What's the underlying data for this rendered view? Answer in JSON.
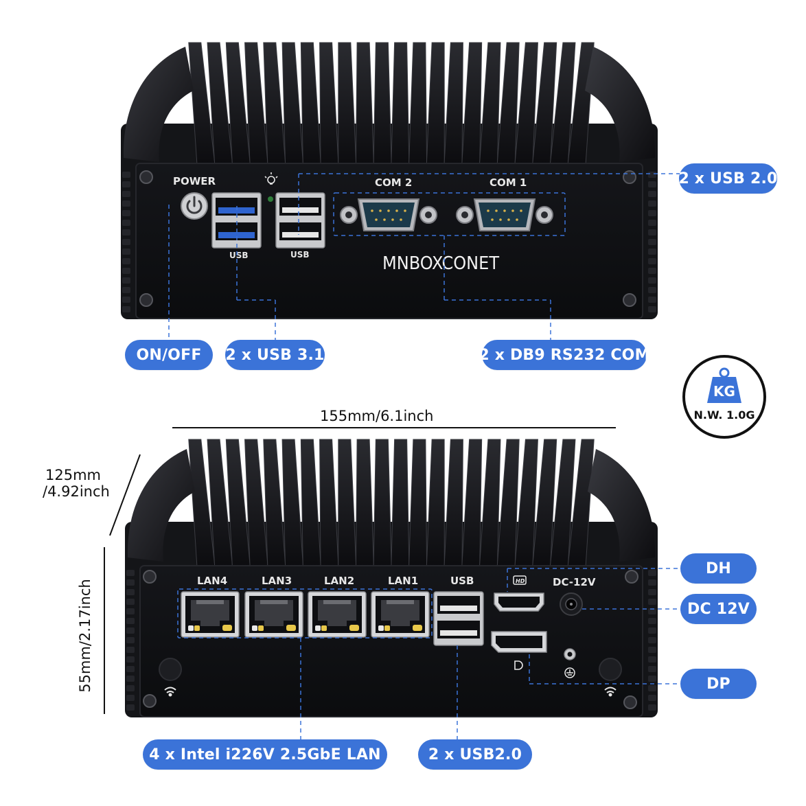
{
  "colors": {
    "accent": "#3b73d8",
    "device_body": "#16171b",
    "panel": "#0e0f12",
    "usb3_blue": "#2f64cf"
  },
  "top_device": {
    "panel_labels": {
      "power": "POWER",
      "com2": "COM 2",
      "com1": "COM 1",
      "usb_a": "USB",
      "usb_b": "USB"
    },
    "brand": "MNBOXCONET",
    "icons": [
      "power-button-icon",
      "led-bulb-icon"
    ]
  },
  "bottom_device": {
    "panel_labels": {
      "lan4": "LAN4",
      "lan3": "LAN3",
      "lan2": "LAN2",
      "lan1": "LAN1",
      "usb": "USB",
      "dc": "DC-12V"
    },
    "icons": [
      "hdmi-logo-icon",
      "displayport-logo-icon",
      "ground-icon",
      "wifi-antenna-icon"
    ]
  },
  "callouts": {
    "usb20_top": "2 x USB 2.0",
    "onoff": "ON/OFF",
    "usb31": "2 x USB 3.1",
    "com": "2 x DB9 RS232 COM",
    "dh": "DH",
    "dc": "DC 12V",
    "dp": "DP",
    "lan": "4 x Intel i226V 2.5GbE LAN",
    "usb20_bottom": "2 x USB2.0"
  },
  "dimensions": {
    "width": "155mm/6.1inch",
    "depth_line1": "125mm",
    "depth_line2": "/4.92inch",
    "height": "55mm/2.17inch"
  },
  "weight": {
    "unit": "KG",
    "text": "N.W. 1.0G"
  }
}
